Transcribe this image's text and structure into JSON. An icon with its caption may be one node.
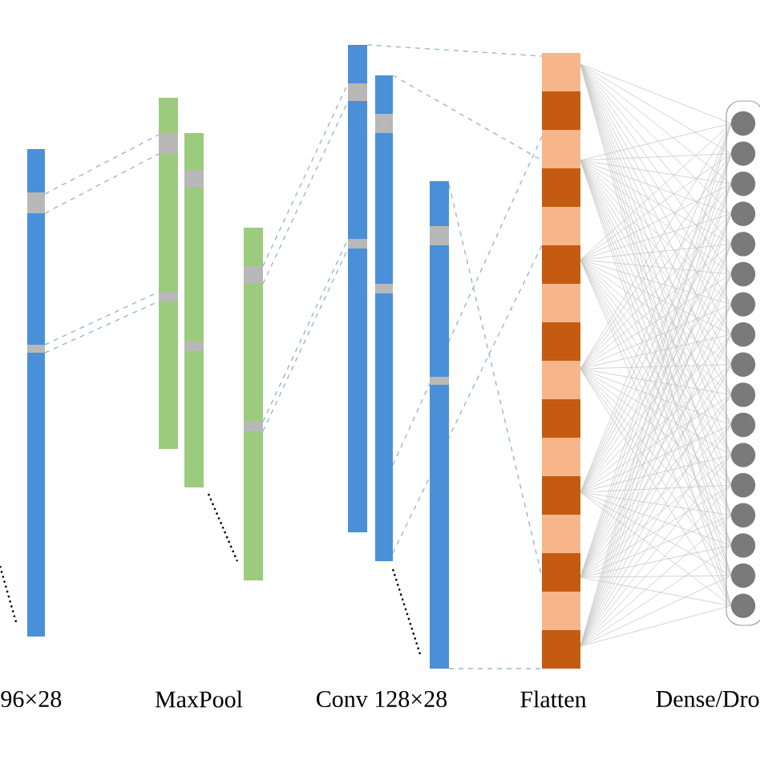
{
  "diagram": {
    "labels": [
      "96×28",
      "MaxPool",
      "Conv 128×28",
      "Flatten",
      "Dense/Dro"
    ]
  }
}
